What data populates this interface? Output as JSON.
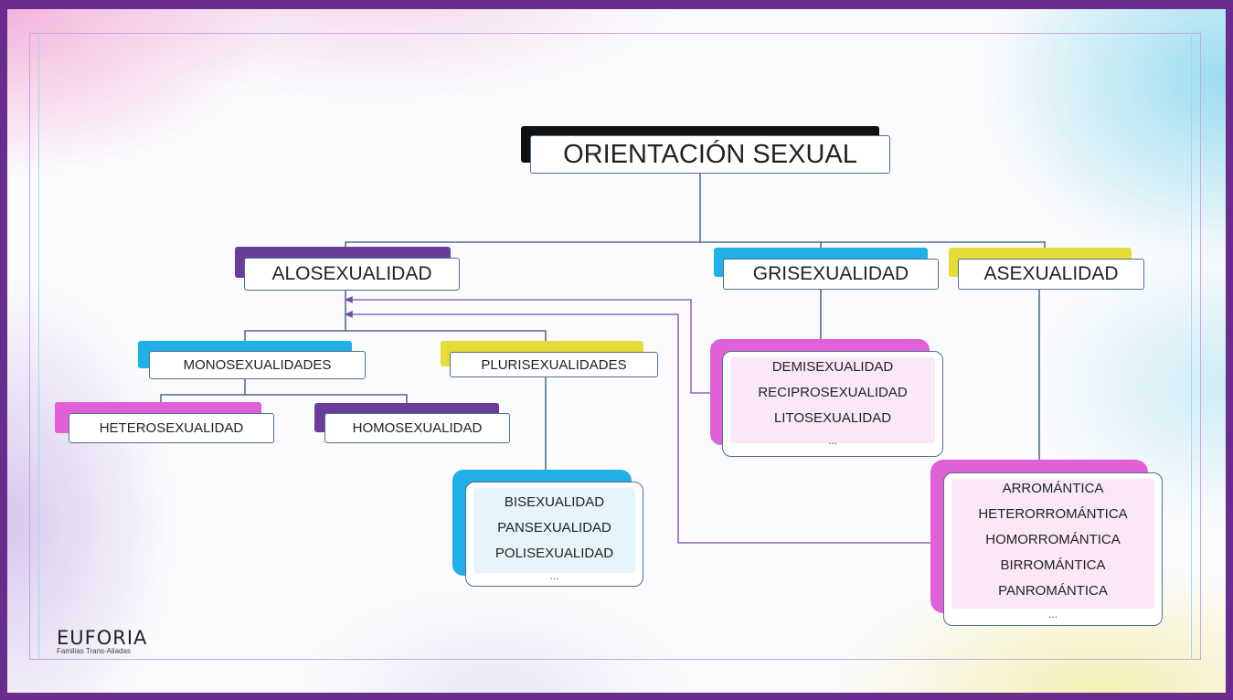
{
  "title": "ORIENTACIÓN SEXUAL",
  "categories": {
    "alo": "ALOSEXUALIDAD",
    "gris": "GRISEXUALIDAD",
    "ase": "ASEXUALIDAD"
  },
  "subcategories": {
    "mono": "MONOSEXUALIDADES",
    "pluri": "PLURISEXUALIDADES",
    "hetero": "HETEROSEXUALIDAD",
    "homo": "HOMOSEXUALIDAD"
  },
  "lists": {
    "pluri_items": [
      "BISEXUALIDAD",
      "PANSEXUALIDAD",
      "POLISEXUALIDAD",
      "..."
    ],
    "gris_items": [
      "DEMISEXUALIDAD",
      "RECIPROSEXUALIDAD",
      "LITOSEXUALIDAD",
      "..."
    ],
    "ase_items": [
      "ARROMÁNTICA",
      "HETERORROMÁNTICA",
      "HOMORROMÁNTICA",
      "BIRROMÁNTICA",
      "PANROMÁNTICA",
      "..."
    ]
  },
  "logo": {
    "text": "EUFORIA",
    "subtitle": "Familias Trans-Aliadas"
  },
  "colors": {
    "frame": "#6a2d8f",
    "black": "#111111",
    "purple": "#6a3d9a",
    "cyan": "#1fb0e8",
    "yellow": "#e5dc3a",
    "pink": "#e060d8",
    "line": "#2f4f6f",
    "arrow": "#7a4ba8"
  }
}
